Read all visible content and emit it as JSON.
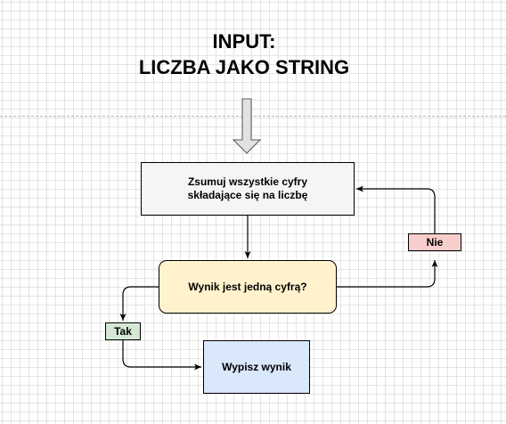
{
  "title": {
    "line1": "INPUT:",
    "line2": "LICZBA JAKO STRING"
  },
  "process": {
    "line1": "Zsumuj wszystkie cyfry",
    "line2": "składające się na liczbę"
  },
  "decision": {
    "text": "Wynik jest jedną cyfrą?"
  },
  "yes": {
    "text": "Tak"
  },
  "no": {
    "text": "Nie"
  },
  "output": {
    "text": "Wypisz wynik"
  },
  "colors": {
    "process_fill": "#f5f5f5",
    "decision_fill": "#fff2cc",
    "output_fill": "#dae8fc",
    "yes_fill": "#d5e8d4",
    "no_fill": "#f8cecc"
  }
}
